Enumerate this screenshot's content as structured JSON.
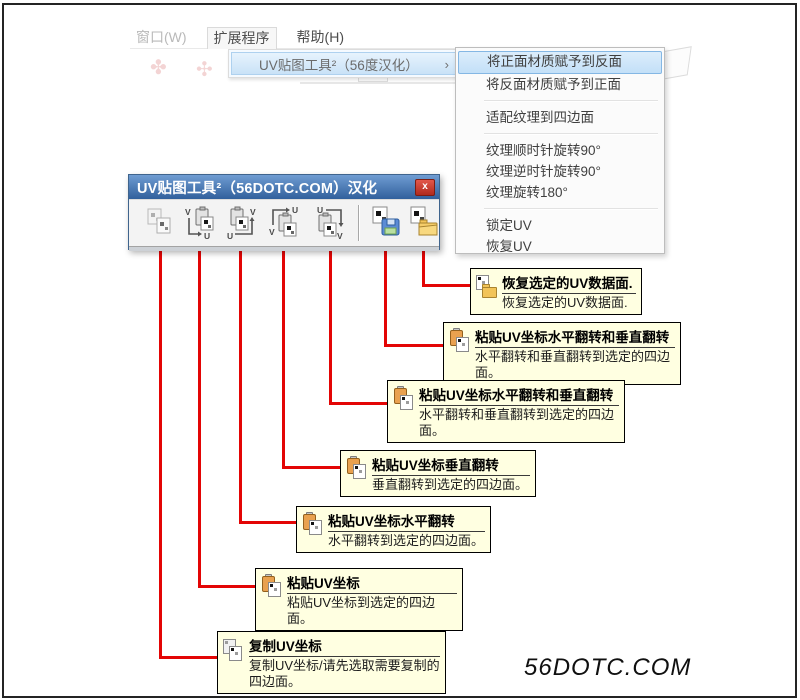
{
  "menu_bar": {
    "items": [
      {
        "label": "窗口(W)"
      },
      {
        "label": "扩展程序"
      },
      {
        "label": "帮助(H)"
      }
    ]
  },
  "dropdown": {
    "item_label": "UV贴图工具²（56度汉化）",
    "submenu_arrow": "›"
  },
  "submenu": {
    "items": [
      "将正面材质赋予到反面",
      "将反面材质赋予到正面",
      "适配纹理到四边面",
      "纹理顺时针旋转90°",
      "纹理逆时针旋转90°",
      "纹理旋转180°",
      "锁定UV",
      "恢复UV"
    ]
  },
  "toolbar_window": {
    "title": "UV贴图工具²（56DOTC.COM）汉化",
    "close_label": "x",
    "icons": [
      {
        "name": "copy-uv"
      },
      {
        "name": "paste-uv"
      },
      {
        "name": "paste-uv-horizontal-flip"
      },
      {
        "name": "paste-uv-vertical-flip"
      },
      {
        "name": "paste-uv-horizontal-vertical-flip"
      },
      {
        "name": "save-uv-data"
      },
      {
        "name": "restore-uv-data"
      }
    ]
  },
  "letters": {
    "u": "U",
    "v": "V"
  },
  "callouts": [
    {
      "title": "恢复选定的UV数据面.",
      "desc": "恢复选定的UV数据面.",
      "icon": "restore-uv"
    },
    {
      "title": "粘贴UV坐标水平翻转和垂直翻转",
      "desc": "水平翻转和垂直翻转到选定的四边面。",
      "icon": "paste-uv-hv"
    },
    {
      "title": "粘贴UV坐标水平翻转和垂直翻转",
      "desc": "水平翻转和垂直翻转到选定的四边面。",
      "icon": "paste-uv-hv"
    },
    {
      "title": "粘贴UV坐标垂直翻转",
      "desc": "垂直翻转到选定的四边面。",
      "icon": "paste-uv-v"
    },
    {
      "title": "粘贴UV坐标水平翻转",
      "desc": "水平翻转到选定的四边面。",
      "icon": "paste-uv-h"
    },
    {
      "title": "粘贴UV坐标",
      "desc": "粘贴UV坐标到选定的四边面。",
      "icon": "paste-uv"
    },
    {
      "title": "复制UV坐标",
      "desc": "复制UV坐标/请先选取需要复制的四边面。",
      "icon": "copy-uv"
    }
  ],
  "watermark": "56DOTC.COM",
  "colors": {
    "accent_red": "#e30505",
    "tooltip_bg": "#ffffe1",
    "titlebar_top": "#6f9cd2",
    "titlebar_bottom": "#31609c",
    "close_button": "#b02a1d",
    "menu_highlight": "#c9e2f7",
    "submenu_highlight_border": "#84b7e4"
  }
}
